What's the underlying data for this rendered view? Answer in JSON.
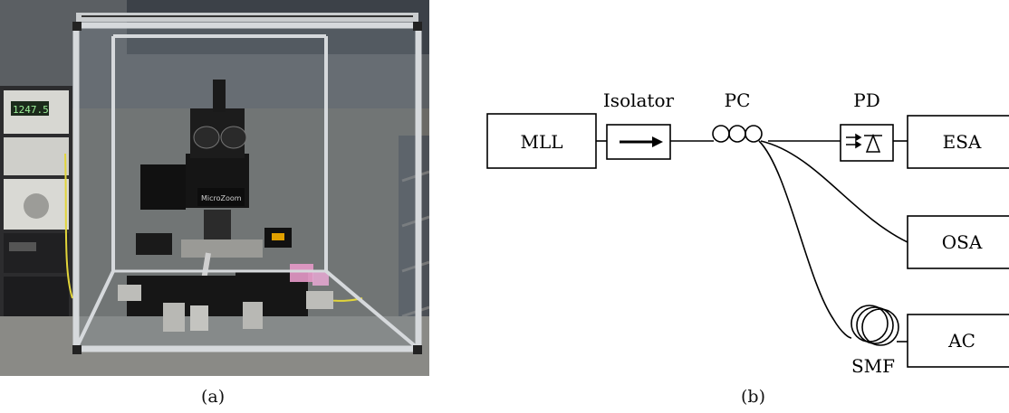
{
  "photo": {
    "panel_label": "(a)",
    "instrument_display": "1247.5",
    "microscope_badge": "MicroZoom"
  },
  "diagram": {
    "panel_label": "(b)",
    "source": "MLL",
    "isolator": "Isolator",
    "polarization_controller": "PC",
    "photodetector": "PD",
    "esa": "ESA",
    "osa": "OSA",
    "autocorrelator": "AC",
    "fiber": "SMF"
  },
  "colors": {
    "line": "#000000",
    "background": "#ffffff"
  }
}
